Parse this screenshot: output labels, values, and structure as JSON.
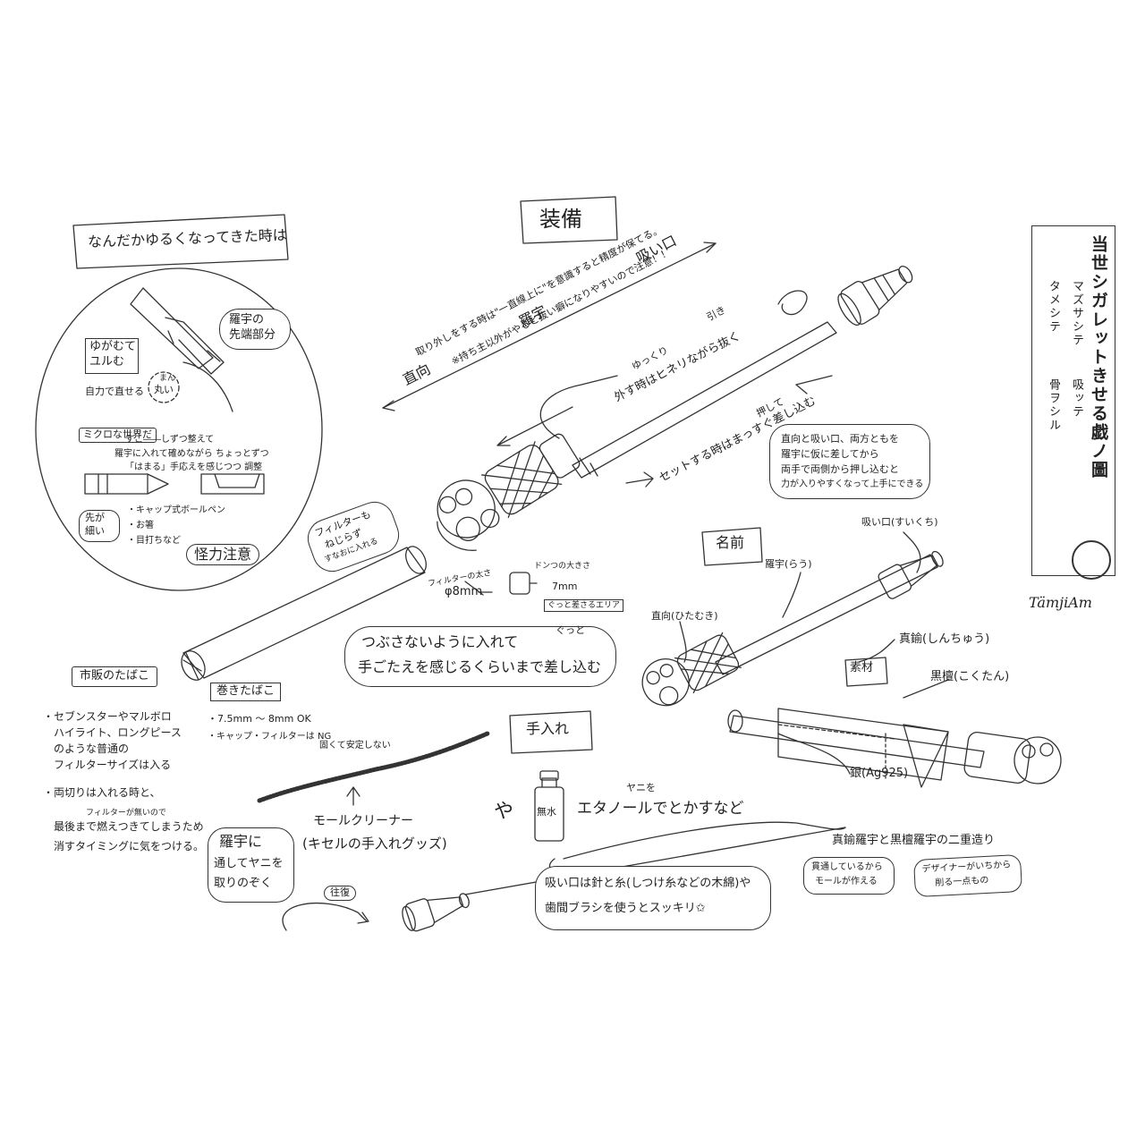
{
  "title_panel": {
    "title": "当世シガレットきせる戯ノ圖",
    "col1": "マズサシテ",
    "col2": "吸ッテ",
    "col3": "タメシテ",
    "col4": "骨ヲシル",
    "brand": "TämjiAm"
  },
  "sections": {
    "equipment": "装備",
    "name": "名前",
    "care": "手入れ",
    "loose_scroll": "なんだかゆるくなってきた時は"
  },
  "equipment": {
    "arrow_mouth": "吸い口",
    "arrow_rau": "羅宇",
    "arrow_direct": "直向",
    "note_line1": "取り外しをする時は\"一直線上に\"を意識すると精度が保てる。",
    "note_line2": "※持ち主以外がやると抜い癖になりやすいので注意！！",
    "remove_note": "外す時はヒネリながら抜く",
    "remove_small": "ゆっくり",
    "remove_pull": "引き",
    "set_note": "セットする時はまっすぐ差し込む",
    "set_push": "押して",
    "bubble": [
      "直向と吸い口、両方ともを",
      "羅宇に仮に差してから",
      "両手で両側から押し込むと",
      "力が入りやすくなって上手にできる"
    ]
  },
  "loose": {
    "tip_label": [
      "羅宇の",
      "先端部分"
    ],
    "warp_label": [
      "ゆがむて",
      "ユルむ"
    ],
    "fix_label": "自力で直せる",
    "round_label": [
      "まん",
      "丸い"
    ],
    "world_label": "ミクロな世界だ",
    "process_line1": "すこ――しずつ整えて",
    "process_line2": "羅宇に入れて確めながら ちょっとずつ",
    "process_line3": "「はまる」手応えを感じつつ 調整",
    "pointed_label": [
      "先が",
      "細い"
    ],
    "pointed_items": [
      "・キャップ式ボールペン",
      "・お箸",
      "・目打ちなど"
    ],
    "warning": "怪力注意"
  },
  "cigarette": {
    "filter_note": [
      "フィルターも",
      "ねじらず",
      "すなおに入れる"
    ],
    "filter_thickness": "フィルターの太さ",
    "diameter": "φ8mm",
    "approx_size": "ドンつの大きさ",
    "length": "7mm",
    "insert_area": "ぐっと差さるエリア",
    "bubble_line1": "つぶさないように入れて",
    "bubble_line2": "手ごたえを感じるくらいまで差し込む",
    "bubble_gutto": "ぐっと",
    "rolled_label": "巻きたばこ",
    "rolled_items": [
      "・7.5mm ～ 8mm OK",
      "・キャップ・フィルターは NG"
    ],
    "rolled_reason": "固くて安定しない"
  },
  "commercial": {
    "label": "市販のたばこ",
    "items": [
      "・セブンスターやマルボロ",
      "ハイライト、ロングピース",
      "のような普通の",
      "フィルターサイズは入る"
    ],
    "note": [
      "・両切りは入れる時と、",
      "フィルターが無いので",
      "最後まで燃えつきてしまうため",
      "消すタイミングに気をつける。"
    ]
  },
  "name_section": {
    "mouthpiece": "吸い口(すいくち)",
    "rau": "羅宇(らう)",
    "direct": "直向(ひたむき)",
    "material_label": "素材",
    "brass": "真鍮(しんちゅう)",
    "ebony": "黒檀(こくたん)",
    "silver": "銀(Ag925)",
    "double": "真鍮羅宇と黒檀羅宇の二重造り",
    "pierce_note": [
      "貫通しているから",
      "モールが作える"
    ],
    "designer_note": [
      "デザイナーがいちから",
      "削る一点もの"
    ]
  },
  "care": {
    "mole_cleaner": "モールクリーナー",
    "mole_sub": "(キセルの手入れグッズ)",
    "or": "や",
    "bottle": "無水",
    "ethanol": "エタノールでとかすなど",
    "ethanol_small": "ヤニを",
    "through_bubble": [
      "羅宇に",
      "通してヤニを",
      "取りのぞく"
    ],
    "round_trip": "往復",
    "mouth_bubble_line1": "吸い口は針と糸(しつけ糸などの木綿)や",
    "mouth_bubble_line2": "歯間ブラシを使うとスッキリ✩"
  }
}
